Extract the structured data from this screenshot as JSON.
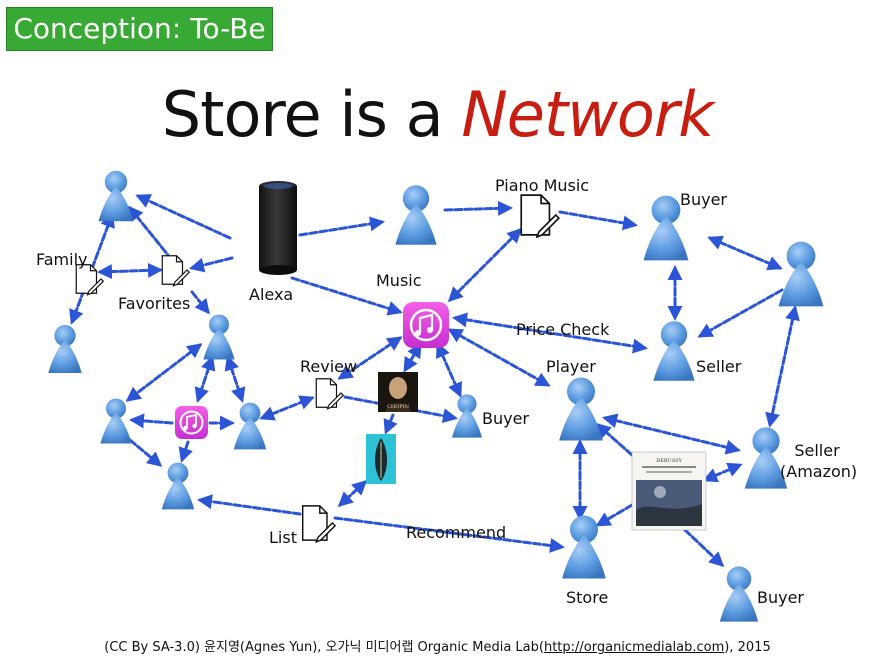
{
  "badge": "Conception: To-Be",
  "title": {
    "prefix": "Store is a",
    "accent": "Network"
  },
  "labels": {
    "family": "Family",
    "favorites": "Favorites",
    "alexa": "Alexa",
    "music": "Music",
    "piano_music": "Piano Music",
    "buyer_top": "Buyer",
    "price_check": "Price Check",
    "seller": "Seller",
    "review": "Review",
    "player": "Player",
    "buyer_mid": "Buyer",
    "seller_amazon_1": "Seller",
    "seller_amazon_2": "(Amazon)",
    "list": "List",
    "recommend": "Recommend",
    "store": "Store",
    "buyer_bottom": "Buyer"
  },
  "album_text": {
    "chopin": "CHOPIN",
    "debussy": "DEBUSSY"
  },
  "footer": {
    "prefix": "(CC By SA-3.0) 윤지영(Agnes Yun), 오가닉 미디어랩 Organic Media Lab(",
    "link": "http://organicmedialab.com",
    "suffix": "), 2015"
  },
  "colors": {
    "badge": "#39a935",
    "accent": "#c81e12",
    "person": "#5b9be0",
    "arrow": "#2c55d6",
    "music_icon": "#e24ad8"
  }
}
